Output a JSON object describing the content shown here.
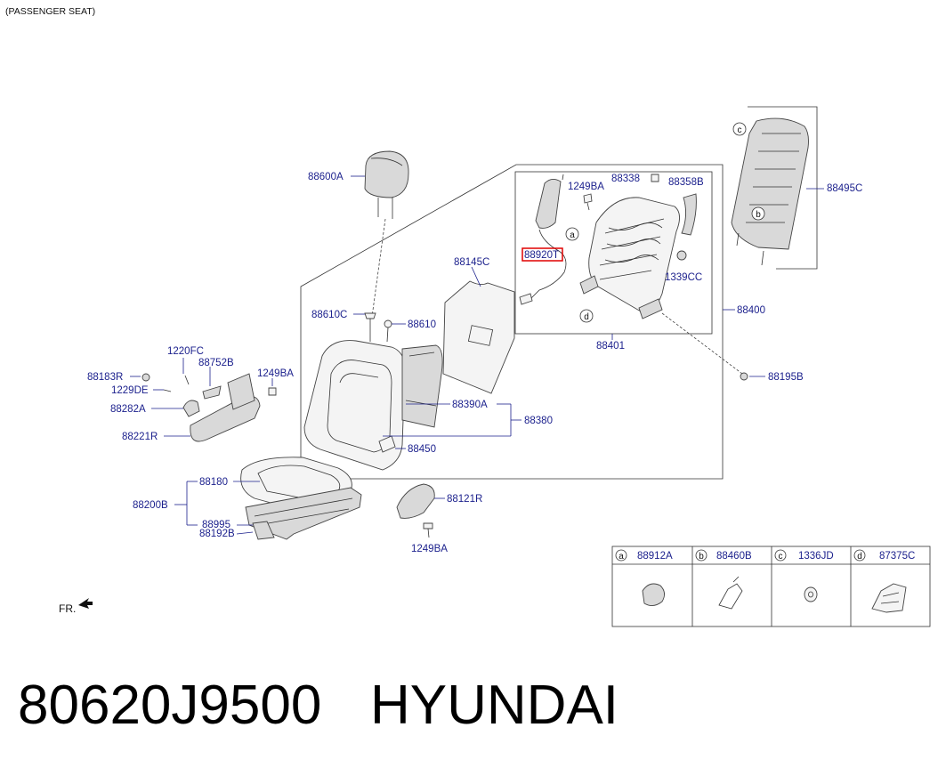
{
  "header": {
    "title": "(PASSENGER SEAT)"
  },
  "labels": {
    "l_88600A": "88600A",
    "l_88610C": "88610C",
    "l_88610": "88610",
    "l_88145C": "88145C",
    "l_1249BA_a": "1249BA",
    "l_88338": "88338",
    "l_88358B": "88358B",
    "l_88495C": "88495C",
    "l_88920T": "88920T",
    "l_1339CC": "1339CC",
    "l_88400": "88400",
    "l_88401": "88401",
    "l_88195B": "88195B",
    "l_1220FC": "1220FC",
    "l_88752B": "88752B",
    "l_88183R": "88183R",
    "l_1229DE": "1229DE",
    "l_1249BA_b": "1249BA",
    "l_88282A": "88282A",
    "l_88221R": "88221R",
    "l_88390A": "88390A",
    "l_88380": "88380",
    "l_88450": "88450",
    "l_88180": "88180",
    "l_88200B": "88200B",
    "l_88995": "88995",
    "l_88192B": "88192B",
    "l_88121R": "88121R",
    "l_1249BA_c": "1249BA"
  },
  "callouts": {
    "a": "a",
    "b": "b",
    "c": "c",
    "d": "d"
  },
  "legend": [
    {
      "letter": "a",
      "part": "88912A"
    },
    {
      "letter": "b",
      "part": "88460B"
    },
    {
      "letter": "c",
      "part": "1336JD"
    },
    {
      "letter": "d",
      "part": "87375C"
    }
  ],
  "front_marker": "FR.",
  "highlight_part": "88920T",
  "part_number": "80620J9500",
  "brand": "HYUNDAI",
  "colors": {
    "label": "#1a1f8c",
    "highlight": "#e00000"
  }
}
